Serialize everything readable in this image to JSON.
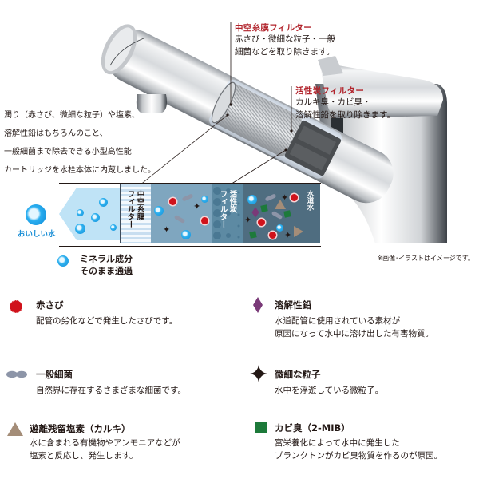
{
  "intro": {
    "lines": [
      "濁り（赤さび、微細な粒子）や塩素、",
      "溶解性鉛はもちろんのこと、",
      "一般細菌まで除去できる小型高性能",
      "カートリッジを水栓本体に内蔵しました。"
    ]
  },
  "callouts": {
    "hollow_fiber": {
      "title": "中空糸膜フィルター",
      "lines": [
        "赤さび・微細な粒子・一般",
        "細菌などを取り除きます。"
      ]
    },
    "activated_carbon": {
      "title": "活性炭フィルター",
      "lines": [
        "カルキ臭・カビ臭・",
        "溶解性鉛を取り除きます。"
      ]
    }
  },
  "diagram": {
    "tasty_water_label": "おいしい水",
    "hollow_fiber_label": [
      "中空糸膜",
      "フィルター"
    ],
    "activated_carbon_label": [
      "活性炭",
      "フィルター"
    ],
    "tap_water_label": "水道水",
    "mineral_label": [
      "ミネラル成分",
      "そのまま通過"
    ],
    "note": "※画像･イラストはイメージです。",
    "colors": {
      "clean_water": "#bfe3f6",
      "mid_zone": "#7fa6bf",
      "carbon_filter": "#5d8aa3",
      "tap_zone": "#4f6d80",
      "mineral_blue": "#1a9be0"
    }
  },
  "legend": {
    "items": [
      {
        "key": "rust",
        "icon": "red-spiky-dot-icon",
        "color": "#d0121b",
        "title": "赤さび",
        "desc": [
          "配管の劣化などで発生したさびです。"
        ]
      },
      {
        "key": "lead",
        "icon": "purple-diamond-icon",
        "color": "#7a3a78",
        "title": "溶解性鉛",
        "desc": [
          "水道配管に使用されている素材が",
          "原因になって水中に溶け出した有害物質。"
        ]
      },
      {
        "key": "bacteria",
        "icon": "gray-capsule-icon",
        "color": "#8d95a8",
        "title": "一般細菌",
        "desc": [
          "自然界に存在するさまざまな細菌です。"
        ]
      },
      {
        "key": "particles",
        "icon": "black-star-icon",
        "color": "#231815",
        "title": "微細な粒子",
        "desc": [
          "水中を浮遊している微粒子。"
        ]
      },
      {
        "key": "chlorine",
        "icon": "tan-triangle-icon",
        "color": "#a48d78",
        "title": "遊離残留塩素（カルキ）",
        "desc": [
          "水に含まれる有機物やアンモニアなどが",
          "塩素と反応し、発生します。"
        ]
      },
      {
        "key": "mold",
        "icon": "green-square-icon",
        "color": "#1d7a3a",
        "title": "カビ臭（2-MIB）",
        "desc": [
          "富栄養化によって水中に発生した",
          "プランクトンがカビ臭物質を作るのが原因。"
        ]
      }
    ]
  }
}
